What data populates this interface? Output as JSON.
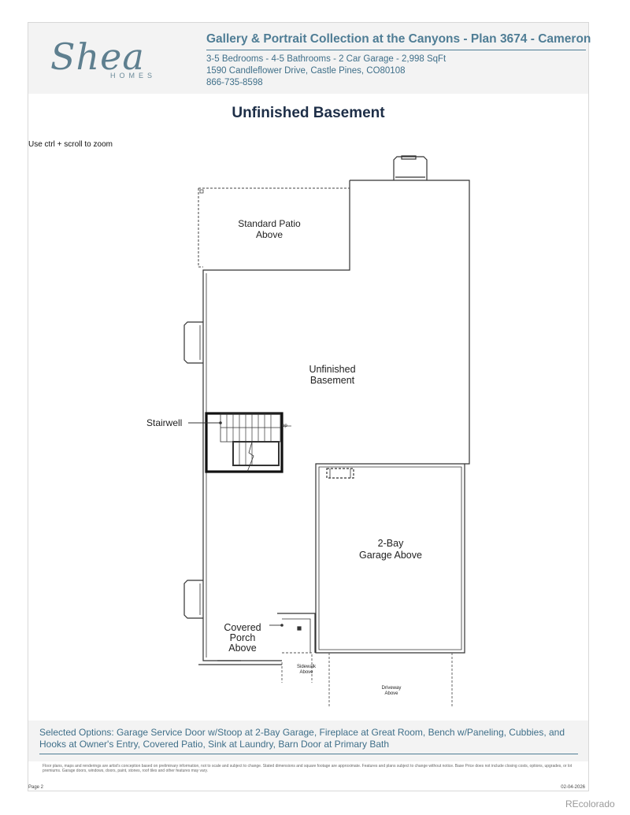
{
  "header": {
    "logo_text": "Shea",
    "logo_sub": "HOMES",
    "title": "Gallery & Portrait Collection at the Canyons - Plan 3674 - Cameron",
    "specs": "3-5 Bedrooms - 4-5 Bathrooms - 2 Car Garage - 2,998 SqFt",
    "address": "1590 Candleflower Drive, Castle Pines, CO80108",
    "phone": "866-735-8598"
  },
  "plan_title": "Unfinished Basement",
  "zoom_note": "Use ctrl + scroll to zoom",
  "floorplan": {
    "patio_line1": "Standard Patio",
    "patio_line2": "Above",
    "basement_line1": "Unfinished",
    "basement_line2": "Basement",
    "stairwell": "Stairwell",
    "up": "up",
    "garage_line1": "2-Bay",
    "garage_line2": "Garage Above",
    "porch_line1": "Covered",
    "porch_line2": "Porch",
    "porch_line3": "Above",
    "sidewalk_line1": "Sidewalk",
    "sidewalk_line2": "Above",
    "driveway_line1": "Driveway",
    "driveway_line2": "Above"
  },
  "footer": {
    "options": "Selected Options: Garage Service Door w/Stoop at 2-Bay Garage, Fireplace at Great Room, Bench w/Paneling, Cubbies, and Hooks at Owner's Entry, Covered Patio, Sink at Laundry, Barn Door at Primary Bath",
    "disclaimer": "Floor plans, maps and renderings are artist's conception based on preliminary information, not to scale and subject to change. Stated dimensions and square footage are approximate. Features and plans subject to change without notice. Base Price does not include closing costs, options, upgrades, or lot premiums. Garage doors, windows, doors, paint, stones, roof tiles and other features may vary.",
    "page": "Page 2",
    "date": "02-04-2026"
  },
  "watermark": "REcolorado",
  "colors": {
    "brand": "#4f7d95",
    "title": "#1d2e47",
    "band": "#f3f3f3"
  }
}
